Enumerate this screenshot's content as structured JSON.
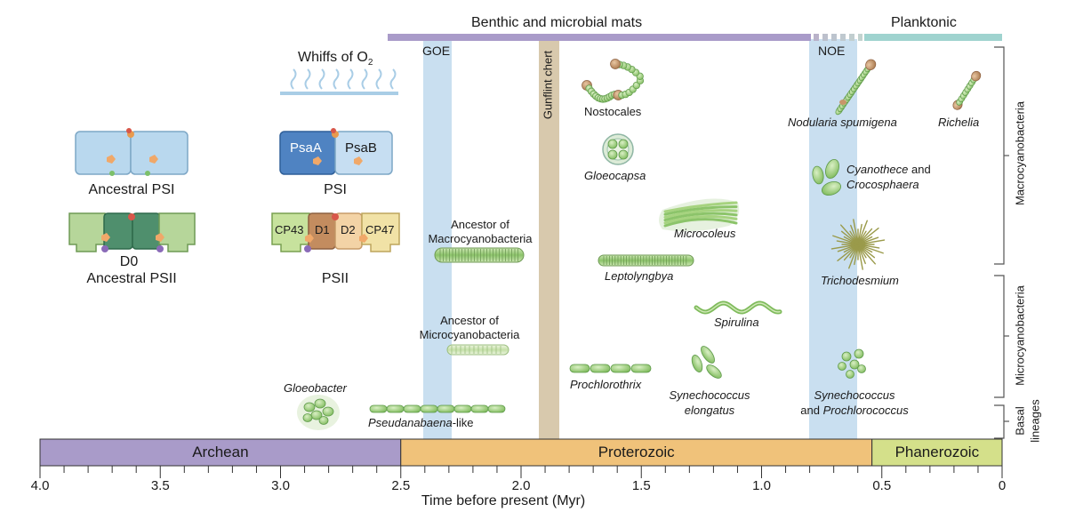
{
  "header": {
    "benthic": "Benthic and microbial mats",
    "planktonic": "Planktonic",
    "goe": "GOE",
    "noe": "NOE",
    "gunflint": "Gunflint chert"
  },
  "whiffs": {
    "text": "Whiffs of O",
    "sub": "2"
  },
  "photosystems": {
    "ancestral_psi": "Ancestral PSI",
    "psi": "PSI",
    "psaA": "PsaA",
    "psaB": "PsaB",
    "d0": "D0",
    "ancestral_psii": "Ancestral PSII",
    "psii": "PSII",
    "cp43": "CP43",
    "d1": "D1",
    "d2": "D2",
    "cp47": "CP47"
  },
  "organisms": {
    "anc_macro_1": "Ancestor of",
    "anc_macro_2": "Macrocyanobacteria",
    "anc_micro_1": "Ancestor of",
    "anc_micro_2": "Microcyanobacteria",
    "gloeobacter": "Gloeobacter",
    "pseudanabaena": "Pseudanabaena",
    "pseudanabaena_suffix": "-like",
    "nostocales": "Nostocales",
    "gloeocapsa": "Gloeocapsa",
    "microcoleus": "Microcoleus",
    "leptolyngbya": "Leptolyngbya",
    "spirulina": "Spirulina",
    "prochlorothrix": "Prochlorothrix",
    "syn_elong_1": "Synechococcus",
    "syn_elong_2": "elongatus",
    "nodularia": "Nodularia spumigena",
    "richelia": "Richelia",
    "cyanothece": "Cyanothece",
    "and1": " and",
    "crocosphaera": "Crocosphaera",
    "trichodesmium": "Trichodesmium",
    "syn_pro_1": "Synechococcus",
    "syn_pro_and": "and ",
    "prochlorococcus": "Prochlorococcus"
  },
  "side_labels": {
    "macro": "Macrocyanobacteria",
    "micro": "Microcyanobacteria",
    "basal_1": "Basal",
    "basal_2": "lineages"
  },
  "eons": [
    {
      "name": "Archean",
      "start": 4.0,
      "end": 2.5,
      "color": "#a99bc9"
    },
    {
      "name": "Proterozoic",
      "start": 2.5,
      "end": 0.541,
      "color": "#f0c27a"
    },
    {
      "name": "Phanerozoic",
      "start": 0.541,
      "end": 0.0,
      "color": "#d4e08a"
    }
  ],
  "axis": {
    "title": "Time before present (Myr)",
    "min": 0.0,
    "max": 4.0,
    "ticks": [
      "4.0",
      "3.5",
      "3.0",
      "2.5",
      "2.0",
      "1.5",
      "1.0",
      "0.5",
      "0"
    ],
    "minor_step": 0.1
  },
  "colors": {
    "benthic_bar": "#a99bc9",
    "planktonic_bar": "#9fd3cf",
    "event_band": "#c9dff0",
    "gunflint_band": "#d8c9ad",
    "cell_green": "#9ccc7a",
    "cell_dark": "#5e9a4a",
    "heterocyst": "#c8956a"
  }
}
